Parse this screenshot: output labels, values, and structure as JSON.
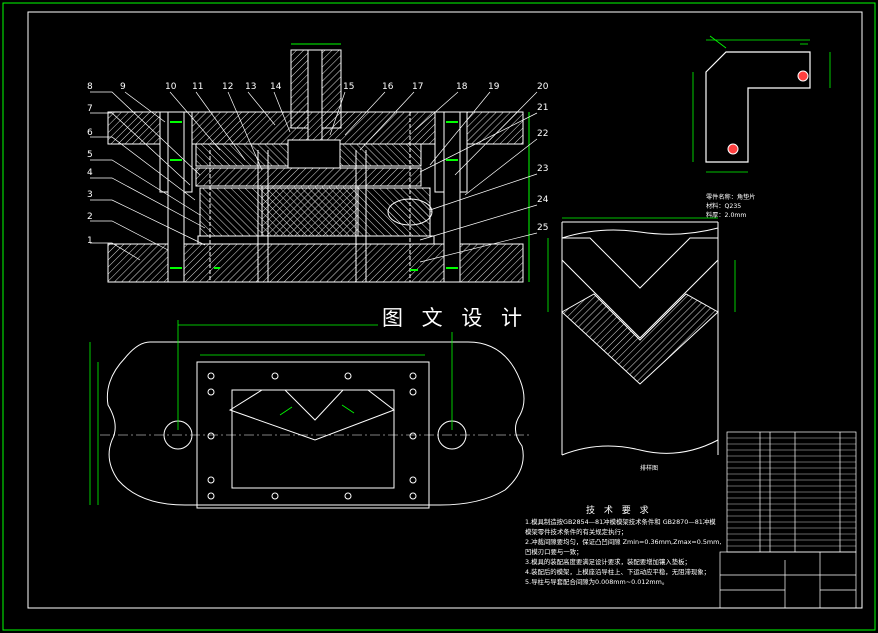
{
  "watermark": "图 文 设 计",
  "callouts_left": [
    "8",
    "7",
    "6",
    "5",
    "4",
    "3",
    "2",
    "1"
  ],
  "callouts_top": [
    "9",
    "10",
    "11",
    "12",
    "13",
    "14",
    "15",
    "16",
    "17",
    "18",
    "19",
    "20"
  ],
  "callouts_right": [
    "21",
    "22",
    "23",
    "24",
    "25"
  ],
  "part_info": {
    "name": "零件名称：角垫片",
    "material": "材料：Q235",
    "thickness": "料厚：2.0mm"
  },
  "strip_caption": "排样图",
  "requirements": {
    "title": "技 术 要 求",
    "lines": [
      "1.模具制造按GB2854—81冲模模架技术条件和 GB2870—81冲模",
      "   模架零件技术条件的有关规定执行；",
      "2.冲裁间隙要均匀，保证凸凹间隙 Zmin=0.36mm,Zmax=0.5mm,",
      "   凹模刃口要与一致；",
      "3.模具的装配高度要满足设计要求，装配要增加镶入垫板；",
      "4.装配后的模架，上模座沿导柱上、下运动应平稳，无阻滞现象；",
      "5.导柱与导套配合间隙为0.008mm~0.012mm。"
    ]
  },
  "colors": {
    "background": "#000000",
    "line": "#ffffff",
    "dimension": "#00ff00",
    "hatch": "#ffffff",
    "hole": "#ff4040"
  }
}
